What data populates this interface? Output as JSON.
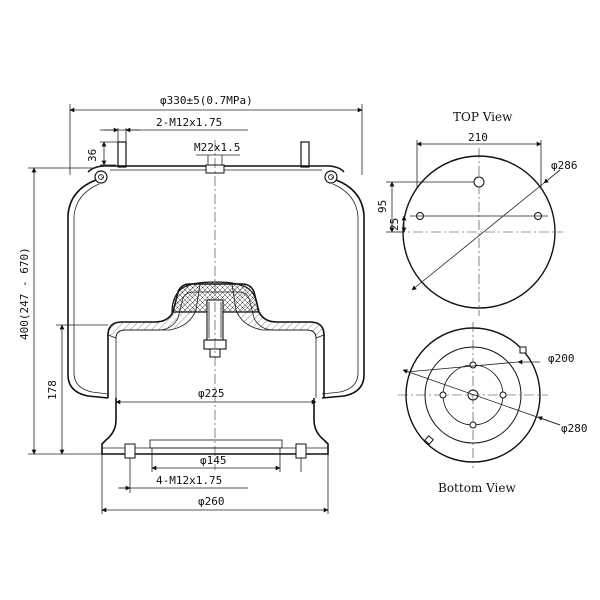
{
  "side_view": {
    "dim_overall_diameter": "φ330±5(0.7MPa)",
    "dim_top_studs": "2-M12x1.75",
    "dim_center_stud": "M22x1.5",
    "dim_stud_height": "36",
    "dim_height_range": "400(247 - 670)",
    "dim_piston_height": "178",
    "dim_piston_diameter": "φ225",
    "dim_bottom_bolt_circle": "φ145",
    "dim_bottom_studs": "4-M12x1.75",
    "dim_bottom_diameter": "φ260"
  },
  "top_view": {
    "title": "TOP View",
    "dim_width": "210",
    "dim_diameter": "φ286",
    "dim_offset_95": "95",
    "dim_offset_25": "25"
  },
  "bottom_view": {
    "title": "Bottom View",
    "dim_inner_diameter": "φ200",
    "dim_outer_diameter": "φ280"
  }
}
